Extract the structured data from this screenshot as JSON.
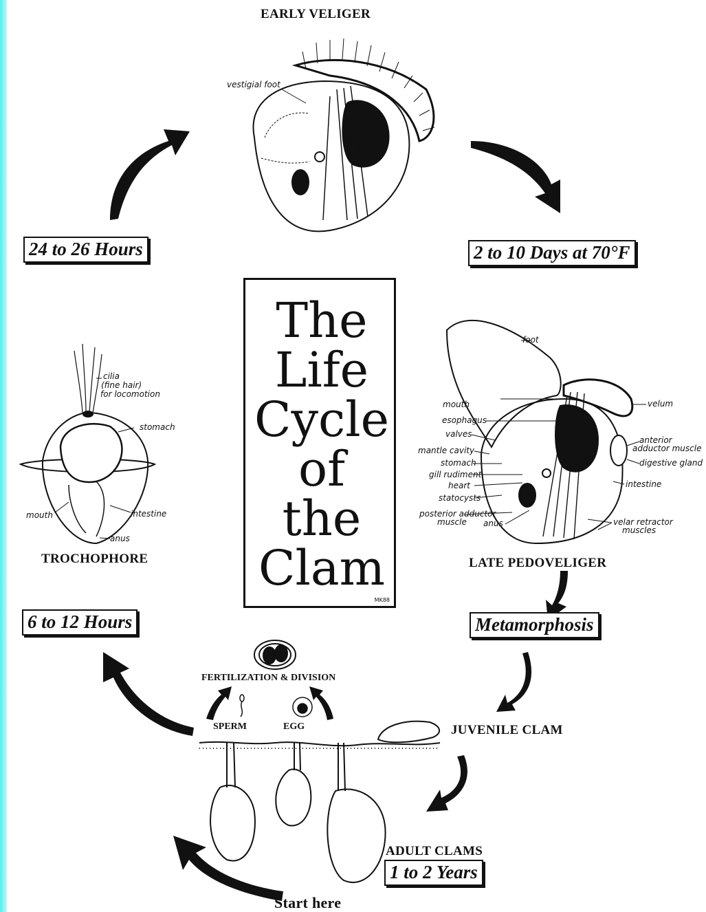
{
  "title": {
    "lines": [
      "The",
      "Life",
      "Cycle",
      "of",
      "the",
      "Clam"
    ],
    "signature": "MK88"
  },
  "stages": {
    "early_veliger": "EARLY VELIGER",
    "trochophore": "TROCHOPHORE",
    "late_pedoveliger": "LATE PEDOVELIGER",
    "fertilization": "FERTILIZATION & DIVISION",
    "sperm": "SPERM",
    "egg": "EGG",
    "juvenile_clam": "JUVENILE CLAM",
    "adult_clams": "ADULT CLAMS",
    "start": "Start here"
  },
  "time_boxes": {
    "t_24_26": "24 to 26 Hours",
    "t_2_10_days": "2 to 10 Days at 70°F",
    "t_6_12": "6 to 12 Hours",
    "metamorphosis": "Metamorphosis",
    "t_1_2_years": "1 to 2 Years"
  },
  "labels": {
    "early_veliger": {
      "vestigial_foot": "vestigial foot"
    },
    "trochophore": {
      "cilia_1": "cilia",
      "cilia_2": "(fine hair)",
      "cilia_3": "for locomotion",
      "stomach": "stomach",
      "mouth": "mouth",
      "intestine": "intestine",
      "anus": "anus"
    },
    "pedoveliger": {
      "foot": "foot",
      "velum": "velum",
      "mouth": "mouth",
      "esophagus": "esophagus",
      "valves": "valves",
      "mantle_cavity": "mantle cavity",
      "stomach": "stomach",
      "gill_rudiment": "gill rudiment",
      "heart": "heart",
      "statocysts": "statocysts",
      "posterior_adductor_1": "posterior adductor",
      "posterior_adductor_2": "muscle",
      "anus": "anus",
      "anterior_adductor_1": "anterior",
      "anterior_adductor_2": "adductor muscle",
      "digestive_gland": "digestive gland",
      "intestine": "intestine",
      "velar_retractor_1": "velar retractor",
      "velar_retractor_2": "muscles"
    }
  },
  "colors": {
    "ink": "#111111",
    "paper": "#ffffff",
    "edge": "#4ff0f4"
  }
}
